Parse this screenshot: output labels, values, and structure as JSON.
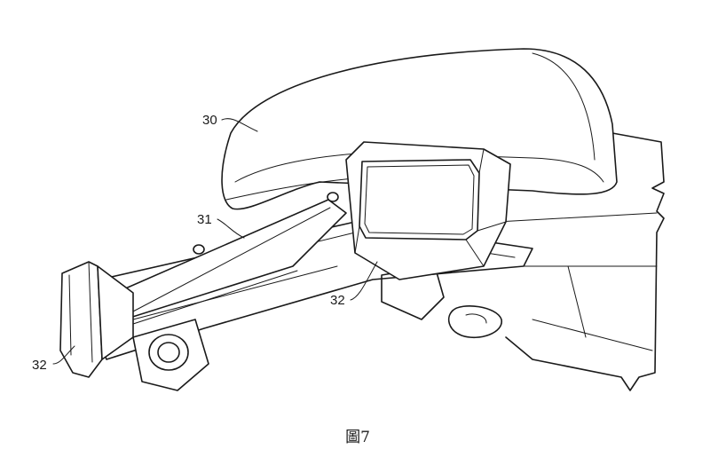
{
  "figure": {
    "caption": "圖7",
    "labels": {
      "seat": "30",
      "panel": "31",
      "display_front": "32",
      "display_rear": "32"
    }
  }
}
